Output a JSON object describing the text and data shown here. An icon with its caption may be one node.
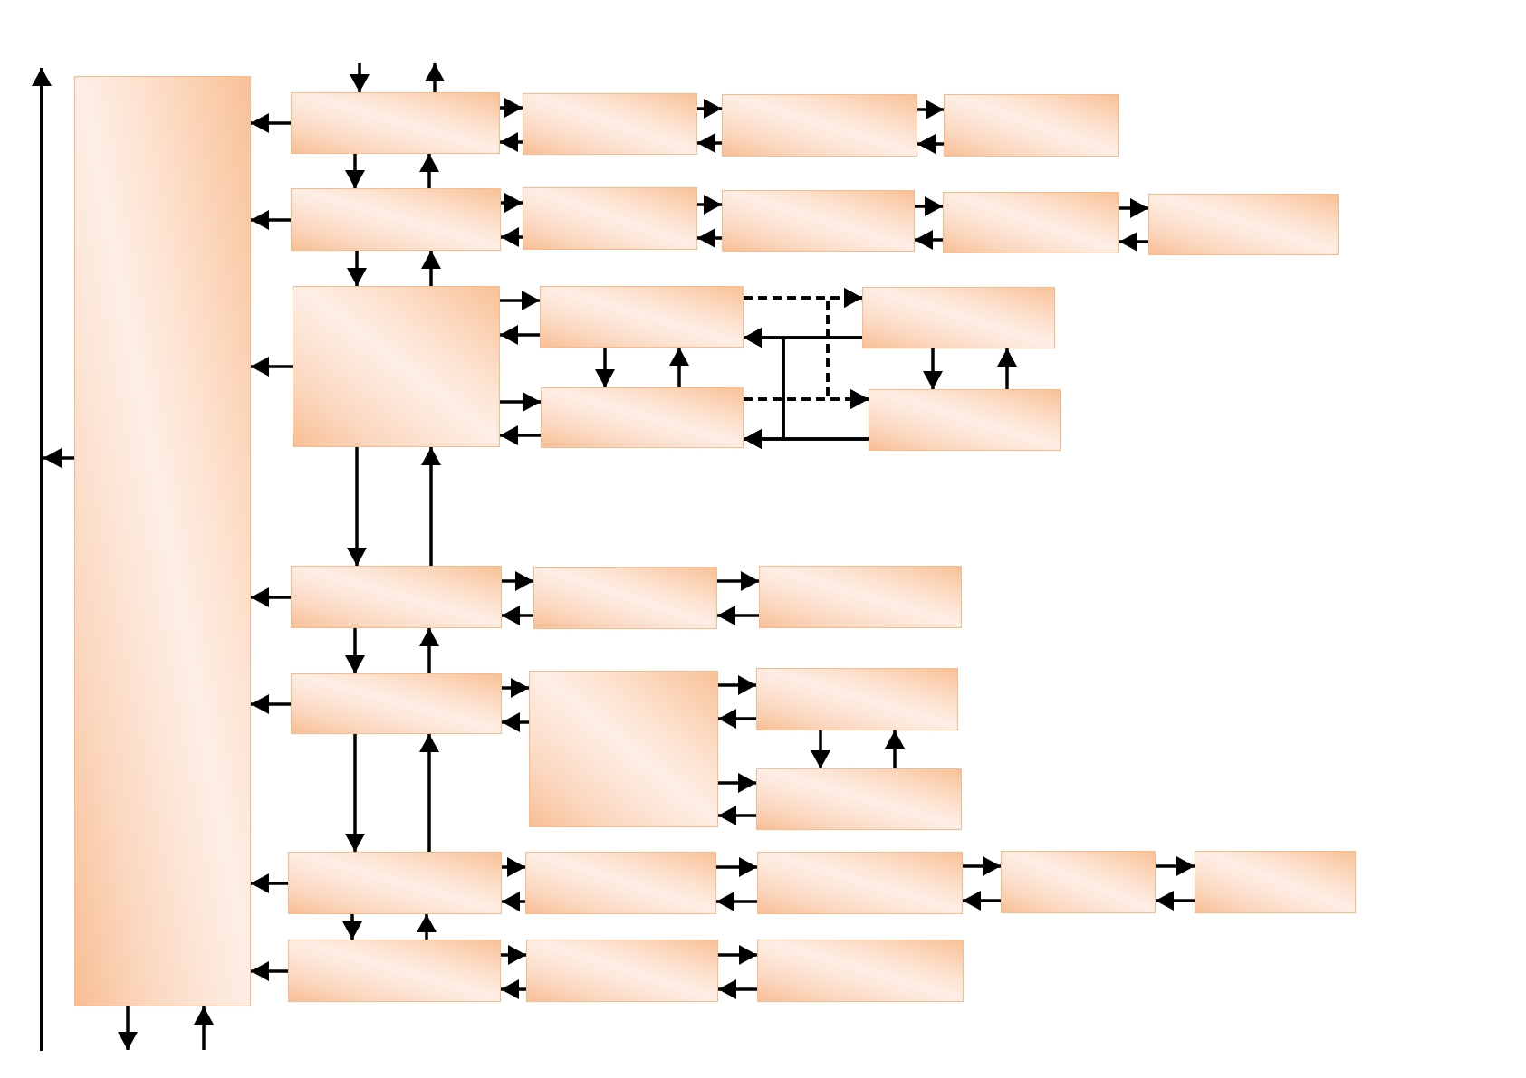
{
  "diagram": {
    "nodes": [
      {
        "text": [],
        "shape": "box"
      },
      {
        "text": [],
        "shape": "box"
      },
      {
        "text": [],
        "shape": "box"
      },
      {
        "text": [],
        "shape": "box"
      },
      {
        "text": [],
        "shape": "box"
      },
      {
        "text": [],
        "shape": "box"
      },
      {
        "text": [],
        "shape": "box"
      },
      {
        "text": [],
        "shape": "box"
      },
      {
        "text": [],
        "shape": "box"
      },
      {
        "text": [],
        "shape": "box"
      },
      {
        "text": [],
        "shape": "box"
      },
      {
        "text": [],
        "shape": "box"
      },
      {
        "text": [],
        "shape": "box"
      },
      {
        "text": [],
        "shape": "box"
      },
      {
        "text": [],
        "shape": "box"
      },
      {
        "text": [],
        "shape": "box"
      },
      {
        "text": [],
        "shape": "box"
      },
      {
        "text": [],
        "shape": "box"
      },
      {
        "text": [],
        "shape": "box"
      },
      {
        "text": [],
        "shape": "box"
      },
      {
        "text": [],
        "shape": "box"
      },
      {
        "text": [],
        "shape": "box"
      },
      {
        "text": [],
        "shape": "box"
      },
      {
        "text": [],
        "shape": "box"
      },
      {
        "text": [],
        "shape": "box"
      },
      {
        "text": [],
        "shape": "box"
      },
      {
        "text": [],
        "shape": "box"
      },
      {
        "text": [],
        "shape": "box"
      },
      {
        "text": [],
        "shape": "box"
      },
      {
        "text": [],
        "shape": "box"
      }
    ],
    "edges": [
      {
        "from": null,
        "to": 1,
        "arrow": "to"
      },
      {
        "from": 1,
        "to": null,
        "arrow": "to"
      },
      {
        "from": 1,
        "to": 0,
        "arrow": "to"
      },
      {
        "from": 5,
        "to": 0,
        "arrow": "to"
      },
      {
        "from": 10,
        "to": 0,
        "arrow": "to"
      },
      {
        "from": 15,
        "to": 0,
        "arrow": "to"
      },
      {
        "from": 18,
        "to": 0,
        "arrow": "to"
      },
      {
        "from": 22,
        "to": 0,
        "arrow": "to"
      },
      {
        "from": 27,
        "to": 0,
        "arrow": "to"
      },
      {
        "from": 0,
        "to": null,
        "arrow": "to"
      },
      {
        "from": 0,
        "to": null,
        "arrow": "to"
      },
      {
        "from": null,
        "to": 0,
        "arrow": "to"
      },
      {
        "from": 1,
        "to": 2,
        "arrow": "to"
      },
      {
        "from": 2,
        "to": 1,
        "arrow": "to"
      },
      {
        "from": 2,
        "to": 3,
        "arrow": "to"
      },
      {
        "from": 3,
        "to": 2,
        "arrow": "to"
      },
      {
        "from": 3,
        "to": 4,
        "arrow": "to"
      },
      {
        "from": 4,
        "to": 3,
        "arrow": "to"
      },
      {
        "from": 1,
        "to": 5,
        "arrow": "to"
      },
      {
        "from": 5,
        "to": 1,
        "arrow": "to"
      },
      {
        "from": 5,
        "to": 6,
        "arrow": "to"
      },
      {
        "from": 6,
        "to": 5,
        "arrow": "to"
      },
      {
        "from": 6,
        "to": 7,
        "arrow": "to"
      },
      {
        "from": 7,
        "to": 6,
        "arrow": "to"
      },
      {
        "from": 7,
        "to": 8,
        "arrow": "to"
      },
      {
        "from": 8,
        "to": 7,
        "arrow": "to"
      },
      {
        "from": 8,
        "to": 9,
        "arrow": "to"
      },
      {
        "from": 9,
        "to": 8,
        "arrow": "to"
      },
      {
        "from": 5,
        "to": 10,
        "arrow": "to"
      },
      {
        "from": 10,
        "to": 5,
        "arrow": "to"
      },
      {
        "from": 10,
        "to": 11,
        "arrow": "to"
      },
      {
        "from": 11,
        "to": 10,
        "arrow": "to"
      },
      {
        "from": 10,
        "to": 13,
        "arrow": "to"
      },
      {
        "from": 13,
        "to": 10,
        "arrow": "to"
      },
      {
        "from": 11,
        "to": 13,
        "arrow": "to"
      },
      {
        "from": 13,
        "to": 11,
        "arrow": "to"
      },
      {
        "from": 11,
        "to": 12,
        "arrow": "to",
        "style": "dashed"
      },
      {
        "from": 11,
        "to": 14,
        "arrow": "to",
        "style": "dashed"
      },
      {
        "from": 13,
        "to": 12,
        "arrow": "to",
        "style": "dashed"
      },
      {
        "from": 13,
        "to": 14,
        "arrow": "to",
        "style": "dashed"
      },
      {
        "from": 12,
        "to": 11,
        "arrow": "to"
      },
      {
        "from": 12,
        "to": 13,
        "arrow": "to"
      },
      {
        "from": 14,
        "to": 11,
        "arrow": "to"
      },
      {
        "from": 14,
        "to": 13,
        "arrow": "to"
      },
      {
        "from": 12,
        "to": 14,
        "arrow": "to"
      },
      {
        "from": 14,
        "to": 12,
        "arrow": "to"
      },
      {
        "from": 10,
        "to": 15,
        "arrow": "to"
      },
      {
        "from": 15,
        "to": 10,
        "arrow": "to"
      },
      {
        "from": 15,
        "to": 16,
        "arrow": "to"
      },
      {
        "from": 16,
        "to": 15,
        "arrow": "to"
      },
      {
        "from": 16,
        "to": 17,
        "arrow": "to"
      },
      {
        "from": 17,
        "to": 16,
        "arrow": "to"
      },
      {
        "from": 15,
        "to": 18,
        "arrow": "to"
      },
      {
        "from": 18,
        "to": 15,
        "arrow": "to"
      },
      {
        "from": 18,
        "to": 19,
        "arrow": "to"
      },
      {
        "from": 19,
        "to": 18,
        "arrow": "to"
      },
      {
        "from": 19,
        "to": 20,
        "arrow": "to"
      },
      {
        "from": 20,
        "to": 19,
        "arrow": "to"
      },
      {
        "from": 19,
        "to": 21,
        "arrow": "to"
      },
      {
        "from": 21,
        "to": 19,
        "arrow": "to"
      },
      {
        "from": 20,
        "to": 21,
        "arrow": "to"
      },
      {
        "from": 21,
        "to": 20,
        "arrow": "to"
      },
      {
        "from": 18,
        "to": 22,
        "arrow": "to"
      },
      {
        "from": 22,
        "to": 18,
        "arrow": "to"
      },
      {
        "from": 22,
        "to": 23,
        "arrow": "to"
      },
      {
        "from": 23,
        "to": 22,
        "arrow": "to"
      },
      {
        "from": 23,
        "to": 24,
        "arrow": "to"
      },
      {
        "from": 24,
        "to": 23,
        "arrow": "to"
      },
      {
        "from": 24,
        "to": 25,
        "arrow": "to"
      },
      {
        "from": 25,
        "to": 24,
        "arrow": "to"
      },
      {
        "from": 25,
        "to": 26,
        "arrow": "to"
      },
      {
        "from": 26,
        "to": 25,
        "arrow": "to"
      },
      {
        "from": 22,
        "to": 27,
        "arrow": "to"
      },
      {
        "from": 27,
        "to": 22,
        "arrow": "to"
      },
      {
        "from": 27,
        "to": 28,
        "arrow": "to"
      },
      {
        "from": 28,
        "to": 27,
        "arrow": "to"
      },
      {
        "from": 28,
        "to": 29,
        "arrow": "to"
      },
      {
        "from": 29,
        "to": 28,
        "arrow": "to"
      }
    ]
  }
}
